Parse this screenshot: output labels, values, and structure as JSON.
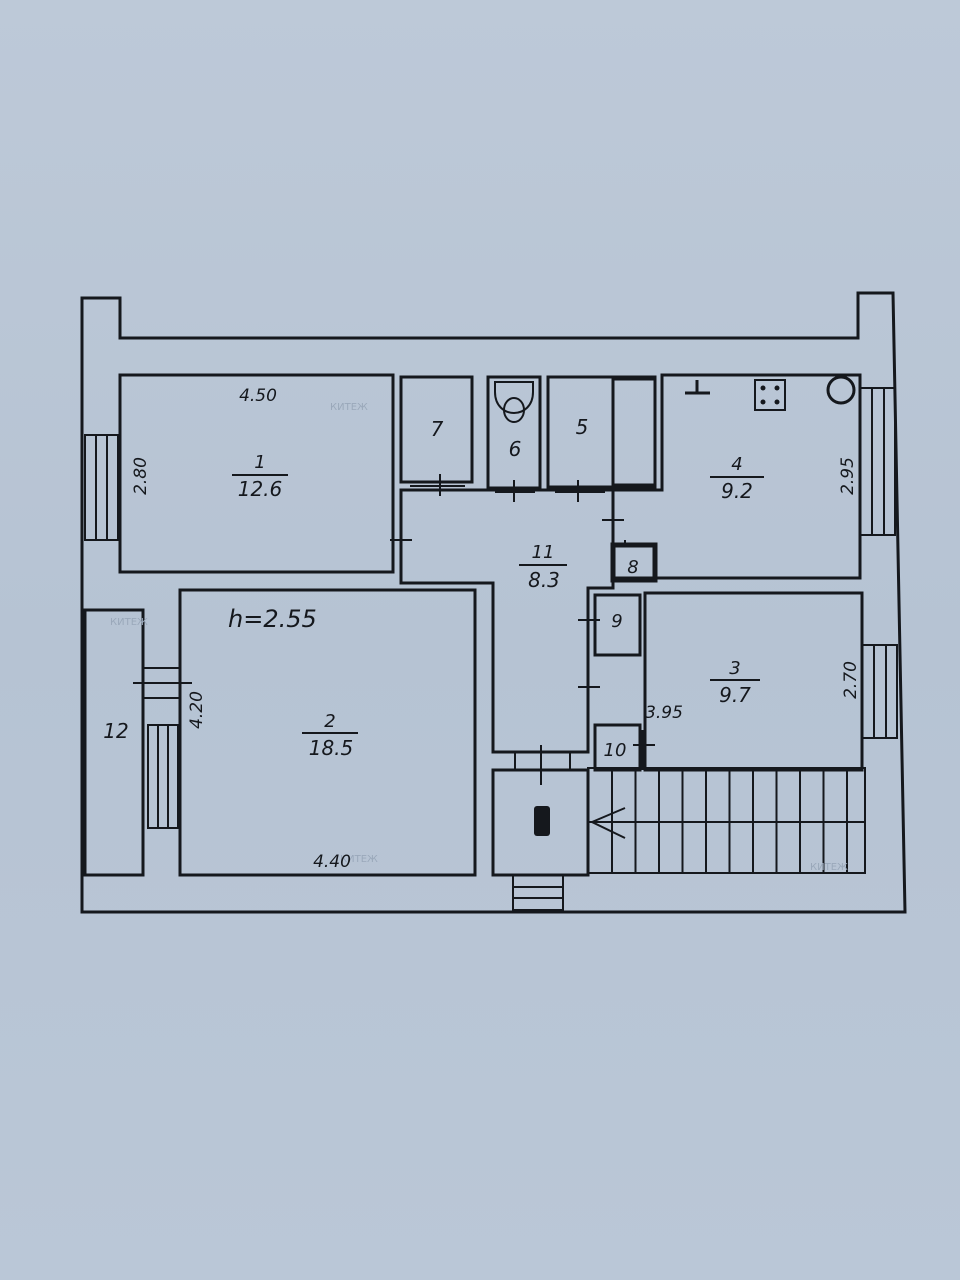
{
  "plan": {
    "ceiling_height": "h=2.55",
    "watermark": "КИТЕЖ",
    "rooms": [
      {
        "number": "1",
        "area": "12.6"
      },
      {
        "number": "2",
        "area": "18.5"
      },
      {
        "number": "3",
        "area": "9.7"
      },
      {
        "number": "4",
        "area": "9.2"
      },
      {
        "number": "5"
      },
      {
        "number": "6"
      },
      {
        "number": "7"
      },
      {
        "number": "8"
      },
      {
        "number": "9"
      },
      {
        "number": "10"
      },
      {
        "number": "11",
        "area": "8.3"
      },
      {
        "number": "12"
      }
    ],
    "dimensions": {
      "room1_width": "4.50",
      "room1_depth": "2.80",
      "room2_width": "4.40",
      "room2_depth": "4.20",
      "room3_width": "3.95",
      "room3_depth": "2.70",
      "room4_depth": "2.95"
    }
  }
}
